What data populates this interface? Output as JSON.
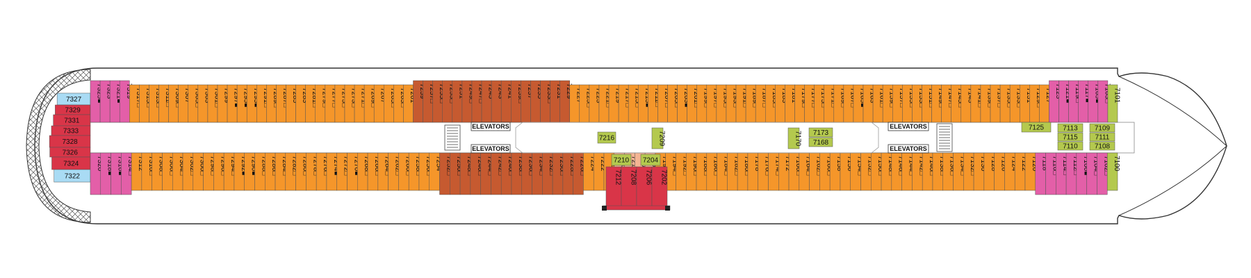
{
  "legend": {},
  "colors": {
    "orange": "#f5962a",
    "brown": "#c65a30",
    "pink": "#e35fa8",
    "green": "#b4c94e",
    "salmon": "#f4b493",
    "red": "#d93548",
    "blue": "#a9dbf4",
    "corridor": "#ffffff",
    "outline": "#777777"
  },
  "labels": {
    "elevators_top_left": "ELEVATORS",
    "elevators_bottom_left": "ELEVATORS",
    "elevators_top_right": "ELEVATORS",
    "elevators_bottom_right": "ELEVATORS"
  },
  "aft_suites": [
    {
      "num": "7327",
      "color": "blue"
    },
    {
      "num": "7329",
      "color": "red"
    },
    {
      "num": "7331",
      "color": "red"
    },
    {
      "num": "7333",
      "color": "red"
    },
    {
      "num": "7328",
      "color": "red"
    },
    {
      "num": "7326",
      "color": "red"
    },
    {
      "num": "7324",
      "color": "red"
    },
    {
      "num": "7322",
      "color": "blue"
    }
  ],
  "top_row": [
    {
      "num": "7325",
      "color": "pink",
      "mark": "■"
    },
    {
      "num": "7323",
      "color": "pink",
      "mark": ""
    },
    {
      "num": "7321",
      "color": "pink",
      "mark": "■"
    },
    {
      "num": "7319",
      "color": "pink",
      "mark": ""
    },
    {
      "num": "7317",
      "color": "orange",
      "mark": "□"
    },
    {
      "num": "7315",
      "color": "orange",
      "mark": "□"
    },
    {
      "num": "7313",
      "color": "orange",
      "mark": "□"
    },
    {
      "num": "7311",
      "color": "orange",
      "mark": "□"
    },
    {
      "num": "7309",
      "color": "orange",
      "mark": "□"
    },
    {
      "num": "7307",
      "color": "orange",
      "mark": ""
    },
    {
      "num": "7305",
      "color": "orange",
      "mark": "□"
    },
    {
      "num": "7303",
      "color": "orange",
      "mark": ""
    },
    {
      "num": "7301",
      "color": "orange",
      "mark": "□"
    },
    {
      "num": "7299",
      "color": "orange",
      "mark": ""
    },
    {
      "num": "7297",
      "color": "orange",
      "mark": "■"
    },
    {
      "num": "7295",
      "color": "orange",
      "mark": "■"
    },
    {
      "num": "7293",
      "color": "orange",
      "mark": "■"
    },
    {
      "num": "7291",
      "color": "orange",
      "mark": "□"
    },
    {
      "num": "7289",
      "color": "orange",
      "mark": "□"
    },
    {
      "num": "7287",
      "color": "orange",
      "mark": "□"
    },
    {
      "num": "7285",
      "color": "orange",
      "mark": ""
    },
    {
      "num": "7283",
      "color": "orange",
      "mark": ""
    },
    {
      "num": "7281",
      "color": "orange",
      "mark": "□"
    },
    {
      "num": "7279",
      "color": "orange",
      "mark": "□"
    },
    {
      "num": "7277",
      "color": "orange",
      "mark": "□"
    },
    {
      "num": "7275",
      "color": "orange",
      "mark": "□"
    },
    {
      "num": "7273",
      "color": "orange",
      "mark": "□"
    },
    {
      "num": "7271",
      "color": "orange",
      "mark": "□"
    },
    {
      "num": "7269",
      "color": "orange",
      "mark": "□"
    },
    {
      "num": "7267",
      "color": "orange",
      "mark": ""
    },
    {
      "num": "7265",
      "color": "orange",
      "mark": "□"
    },
    {
      "num": "7263",
      "color": "orange",
      "mark": "□"
    },
    {
      "num": "7261",
      "color": "orange",
      "mark": ""
    },
    {
      "num": "7259",
      "color": "brown",
      "mark": ""
    },
    {
      "num": "7257",
      "color": "brown",
      "mark": "□"
    },
    {
      "num": "7255",
      "color": "brown",
      "mark": "□"
    },
    {
      "num": "7253",
      "color": "brown",
      "mark": "□"
    },
    {
      "num": "7251",
      "color": "brown",
      "mark": ""
    },
    {
      "num": "7249",
      "color": "brown",
      "mark": "□"
    },
    {
      "num": "7247",
      "color": "brown",
      "mark": "□"
    },
    {
      "num": "7245",
      "color": "brown",
      "mark": ""
    },
    {
      "num": "7243",
      "color": "brown",
      "mark": ""
    },
    {
      "num": "7241",
      "color": "brown",
      "mark": ""
    },
    {
      "num": "7239",
      "color": "brown",
      "mark": "□"
    },
    {
      "num": "7237",
      "color": "brown",
      "mark": ""
    },
    {
      "num": "7235",
      "color": "brown",
      "mark": ""
    },
    {
      "num": "7233",
      "color": "brown",
      "mark": "□"
    },
    {
      "num": "7231",
      "color": "brown",
      "mark": ""
    },
    {
      "num": "7229",
      "color": "brown",
      "mark": ""
    },
    {
      "num": "7227",
      "color": "orange",
      "mark": ""
    },
    {
      "num": "7225",
      "color": "orange",
      "mark": "□"
    },
    {
      "num": "7223",
      "color": "orange",
      "mark": ""
    },
    {
      "num": "7221",
      "color": "orange",
      "mark": "□"
    },
    {
      "num": "7219",
      "color": "orange",
      "mark": ""
    },
    {
      "num": "7217",
      "color": "orange",
      "mark": "□"
    },
    {
      "num": "7215",
      "color": "orange",
      "mark": "□"
    },
    {
      "num": "7213",
      "color": "orange",
      "mark": "■"
    },
    {
      "num": "7211",
      "color": "orange",
      "mark": "□"
    },
    {
      "num": "7207",
      "color": "orange",
      "mark": "□"
    },
    {
      "num": "7205",
      "color": "orange",
      "mark": "□"
    },
    {
      "num": "7203",
      "color": "orange",
      "mark": "■"
    },
    {
      "num": "7201",
      "color": "orange",
      "mark": "□"
    },
    {
      "num": "7199",
      "color": "orange",
      "mark": "□"
    },
    {
      "num": "7197",
      "color": "orange",
      "mark": "□"
    },
    {
      "num": "7195",
      "color": "orange",
      "mark": "□"
    },
    {
      "num": "7193",
      "color": "orange",
      "mark": "□"
    },
    {
      "num": "7191",
      "color": "orange",
      "mark": "□"
    },
    {
      "num": "7189",
      "color": "orange",
      "mark": "□"
    },
    {
      "num": "7187",
      "color": "orange",
      "mark": "□"
    },
    {
      "num": "7185",
      "color": "orange",
      "mark": "□"
    },
    {
      "num": "7183",
      "color": "orange",
      "mark": ""
    },
    {
      "num": "7181",
      "color": "orange",
      "mark": ""
    },
    {
      "num": "7179",
      "color": "orange",
      "mark": "□"
    },
    {
      "num": "7177",
      "color": "orange",
      "mark": "□"
    },
    {
      "num": "7175",
      "color": "orange",
      "mark": "□"
    },
    {
      "num": "7171",
      "color": "orange",
      "mark": "□"
    },
    {
      "num": "7169",
      "color": "orange",
      "mark": "□"
    },
    {
      "num": "7167",
      "color": "orange",
      "mark": "□"
    },
    {
      "num": "7165",
      "color": "orange",
      "mark": "■"
    },
    {
      "num": "7163",
      "color": "orange",
      "mark": ""
    },
    {
      "num": "7161",
      "color": "orange",
      "mark": "□"
    },
    {
      "num": "7159",
      "color": "orange",
      "mark": "□"
    },
    {
      "num": "7157",
      "color": "orange",
      "mark": "□"
    },
    {
      "num": "7155",
      "color": "orange",
      "mark": "□"
    },
    {
      "num": "7153",
      "color": "orange",
      "mark": "□"
    },
    {
      "num": "7151",
      "color": "orange",
      "mark": "□"
    },
    {
      "num": "7149",
      "color": "orange",
      "mark": "□"
    },
    {
      "num": "7147",
      "color": "orange",
      "mark": "□"
    },
    {
      "num": "7145",
      "color": "orange",
      "mark": "□"
    },
    {
      "num": "7143",
      "color": "orange",
      "mark": ""
    },
    {
      "num": "7141",
      "color": "orange",
      "mark": "□"
    },
    {
      "num": "7139",
      "color": "orange",
      "mark": "□"
    },
    {
      "num": "7137",
      "color": "orange",
      "mark": "□"
    },
    {
      "num": "7135",
      "color": "orange",
      "mark": "□"
    },
    {
      "num": "7133",
      "color": "orange",
      "mark": "□"
    },
    {
      "num": "7131",
      "color": "orange",
      "mark": ""
    },
    {
      "num": "7129",
      "color": "orange",
      "mark": "□"
    },
    {
      "num": "7127",
      "color": "orange",
      "mark": ""
    },
    {
      "num": "7123",
      "color": "pink",
      "mark": ""
    },
    {
      "num": "7121",
      "color": "pink",
      "mark": "■"
    },
    {
      "num": "7119",
      "color": "pink",
      "mark": "□"
    },
    {
      "num": "7117",
      "color": "pink",
      "mark": "■"
    },
    {
      "num": "7105",
      "color": "pink",
      "mark": "■"
    },
    {
      "num": "7103",
      "color": "pink",
      "mark": "□"
    },
    {
      "num": "7101",
      "color": "green",
      "mark": ""
    }
  ],
  "bottom_row": [
    {
      "num": "7320",
      "color": "pink",
      "mark": ""
    },
    {
      "num": "7318",
      "color": "pink",
      "mark": "■"
    },
    {
      "num": "7316",
      "color": "pink",
      "mark": "■"
    },
    {
      "num": "7314",
      "color": "pink",
      "mark": "□"
    },
    {
      "num": "7312",
      "color": "orange",
      "mark": ""
    },
    {
      "num": "7310",
      "color": "orange",
      "mark": "□"
    },
    {
      "num": "7308",
      "color": "orange",
      "mark": "□"
    },
    {
      "num": "7306",
      "color": "orange",
      "mark": "□"
    },
    {
      "num": "7304",
      "color": "orange",
      "mark": "□"
    },
    {
      "num": "7302",
      "color": "orange",
      "mark": "□"
    },
    {
      "num": "7300",
      "color": "orange",
      "mark": "□"
    },
    {
      "num": "7298",
      "color": "orange",
      "mark": "□"
    },
    {
      "num": "7296",
      "color": "orange",
      "mark": "□"
    },
    {
      "num": "7294",
      "color": "orange",
      "mark": "□"
    },
    {
      "num": "7292",
      "color": "orange",
      "mark": "■"
    },
    {
      "num": "7290",
      "color": "orange",
      "mark": "■"
    },
    {
      "num": "7288",
      "color": "orange",
      "mark": "□"
    },
    {
      "num": "7286",
      "color": "orange",
      "mark": "□"
    },
    {
      "num": "7284",
      "color": "orange",
      "mark": "□"
    },
    {
      "num": "7282",
      "color": "orange",
      "mark": "□"
    },
    {
      "num": "7280",
      "color": "orange",
      "mark": "□"
    },
    {
      "num": "7278",
      "color": "orange",
      "mark": "□"
    },
    {
      "num": "7276",
      "color": "orange",
      "mark": "□"
    },
    {
      "num": "7274",
      "color": "orange",
      "mark": "■"
    },
    {
      "num": "7272",
      "color": "orange",
      "mark": "□"
    },
    {
      "num": "7270",
      "color": "orange",
      "mark": "■"
    },
    {
      "num": "7268",
      "color": "orange",
      "mark": "□"
    },
    {
      "num": "7266",
      "color": "orange",
      "mark": "□"
    },
    {
      "num": "7264",
      "color": "orange",
      "mark": "□"
    },
    {
      "num": "7262",
      "color": "orange",
      "mark": "□"
    },
    {
      "num": "7260",
      "color": "orange",
      "mark": "□"
    },
    {
      "num": "7258",
      "color": "orange",
      "mark": "□"
    },
    {
      "num": "7256",
      "color": "orange",
      "mark": "□"
    },
    {
      "num": "7254",
      "color": "orange",
      "mark": ""
    },
    {
      "num": "7252",
      "color": "brown",
      "mark": "□"
    },
    {
      "num": "7250",
      "color": "brown",
      "mark": "□"
    },
    {
      "num": "7248",
      "color": "brown",
      "mark": "□"
    },
    {
      "num": "7246",
      "color": "brown",
      "mark": "□"
    },
    {
      "num": "7244",
      "color": "brown",
      "mark": "□"
    },
    {
      "num": "7242",
      "color": "brown",
      "mark": "□"
    },
    {
      "num": "7240",
      "color": "brown",
      "mark": "□"
    },
    {
      "num": "7238",
      "color": "brown",
      "mark": "□"
    },
    {
      "num": "7236",
      "color": "brown",
      "mark": "□"
    },
    {
      "num": "7234",
      "color": "brown",
      "mark": "□"
    },
    {
      "num": "7232",
      "color": "brown",
      "mark": "□"
    },
    {
      "num": "7230",
      "color": "brown",
      "mark": "□"
    },
    {
      "num": "7228",
      "color": "brown",
      "mark": "□"
    },
    {
      "num": "7226",
      "color": "brown",
      "mark": "□"
    },
    {
      "num": "7224",
      "color": "orange",
      "mark": ""
    },
    {
      "num": "7222",
      "color": "orange",
      "mark": ""
    },
    {
      "num": "7220",
      "color": "orange",
      "mark": "□"
    },
    {
      "num": "7218",
      "color": "salmon",
      "mark": "□"
    },
    {
      "num": "7214",
      "color": "salmon",
      "mark": ""
    },
    {
      "num": "7200",
      "color": "salmon",
      "mark": "□"
    },
    {
      "num": "7198",
      "color": "salmon",
      "mark": ""
    },
    {
      "num": "7196",
      "color": "orange",
      "mark": ""
    },
    {
      "num": "7194",
      "color": "orange",
      "mark": "□"
    },
    {
      "num": "7192",
      "color": "orange",
      "mark": "□"
    },
    {
      "num": "7190",
      "color": "orange",
      "mark": "□"
    },
    {
      "num": "7188",
      "color": "orange",
      "mark": "□"
    },
    {
      "num": "7186",
      "color": "orange",
      "mark": "□"
    },
    {
      "num": "7184",
      "color": "orange",
      "mark": "□"
    },
    {
      "num": "7182",
      "color": "orange",
      "mark": "□"
    },
    {
      "num": "7180",
      "color": "orange",
      "mark": "□"
    },
    {
      "num": "7178",
      "color": "orange",
      "mark": ""
    },
    {
      "num": "7176",
      "color": "orange",
      "mark": "□"
    },
    {
      "num": "7174",
      "color": "orange",
      "mark": "□"
    },
    {
      "num": "7172",
      "color": "orange",
      "mark": ""
    },
    {
      "num": "7166",
      "color": "orange",
      "mark": "□"
    },
    {
      "num": "7164",
      "color": "orange",
      "mark": "□"
    },
    {
      "num": "7162",
      "color": "orange",
      "mark": "□"
    },
    {
      "num": "7160",
      "color": "orange",
      "mark": "□"
    },
    {
      "num": "7158",
      "color": "orange",
      "mark": ""
    },
    {
      "num": "7156",
      "color": "orange",
      "mark": ""
    },
    {
      "num": "7154",
      "color": "orange",
      "mark": "□"
    },
    {
      "num": "7152",
      "color": "orange",
      "mark": "□"
    },
    {
      "num": "7150",
      "color": "orange",
      "mark": "□"
    },
    {
      "num": "7148",
      "color": "orange",
      "mark": "□"
    },
    {
      "num": "7146",
      "color": "orange",
      "mark": "□"
    },
    {
      "num": "7144",
      "color": "orange",
      "mark": "□"
    },
    {
      "num": "7142",
      "color": "orange",
      "mark": "□"
    },
    {
      "num": "7140",
      "color": "orange",
      "mark": "□"
    },
    {
      "num": "7138",
      "color": "orange",
      "mark": "□"
    },
    {
      "num": "7136",
      "color": "orange",
      "mark": "□"
    },
    {
      "num": "7134",
      "color": "orange",
      "mark": "□"
    },
    {
      "num": "7132",
      "color": "orange",
      "mark": "□"
    },
    {
      "num": "7130",
      "color": "orange",
      "mark": ""
    },
    {
      "num": "7128",
      "color": "orange",
      "mark": ""
    },
    {
      "num": "7126",
      "color": "orange",
      "mark": ""
    },
    {
      "num": "7124",
      "color": "orange",
      "mark": ""
    },
    {
      "num": "7122",
      "color": "orange",
      "mark": ""
    },
    {
      "num": "7120",
      "color": "orange",
      "mark": ""
    },
    {
      "num": "7118",
      "color": "pink",
      "mark": ""
    },
    {
      "num": "7116",
      "color": "pink",
      "mark": "□"
    },
    {
      "num": "7114",
      "color": "pink",
      "mark": "□"
    },
    {
      "num": "7112",
      "color": "pink",
      "mark": "□"
    },
    {
      "num": "7106",
      "color": "pink",
      "mark": "■"
    },
    {
      "num": "7104",
      "color": "pink",
      "mark": "□"
    },
    {
      "num": "7102",
      "color": "pink",
      "mark": "□"
    },
    {
      "num": "7100",
      "color": "green",
      "mark": ""
    }
  ],
  "middle_cabins": [
    {
      "num": "7216",
      "color": "green",
      "id": "c7216"
    },
    {
      "num": "7209",
      "color": "green",
      "id": "c7209"
    },
    {
      "num": "7170",
      "color": "green",
      "id": "c7170"
    },
    {
      "num": "7173",
      "color": "green",
      "id": "c7173"
    },
    {
      "num": "7168",
      "color": "green",
      "id": "c7168"
    },
    {
      "num": "7125",
      "color": "green",
      "id": "c7125"
    },
    {
      "num": "7113",
      "color": "green",
      "id": "c7113"
    },
    {
      "num": "7115",
      "color": "green",
      "id": "c7115"
    },
    {
      "num": "7110",
      "color": "green",
      "id": "c7110"
    },
    {
      "num": "7109",
      "color": "green",
      "id": "c7109"
    },
    {
      "num": "7111",
      "color": "green",
      "id": "c7111"
    },
    {
      "num": "7108",
      "color": "green",
      "id": "c7108"
    },
    {
      "num": "7210",
      "color": "green",
      "id": "c7210"
    },
    {
      "num": "7204",
      "color": "green",
      "id": "c7204"
    }
  ],
  "center_suites": [
    {
      "num": "7212",
      "color": "red"
    },
    {
      "num": "7208",
      "color": "red"
    },
    {
      "num": "7206",
      "color": "red"
    },
    {
      "num": "7202",
      "color": "red"
    }
  ]
}
